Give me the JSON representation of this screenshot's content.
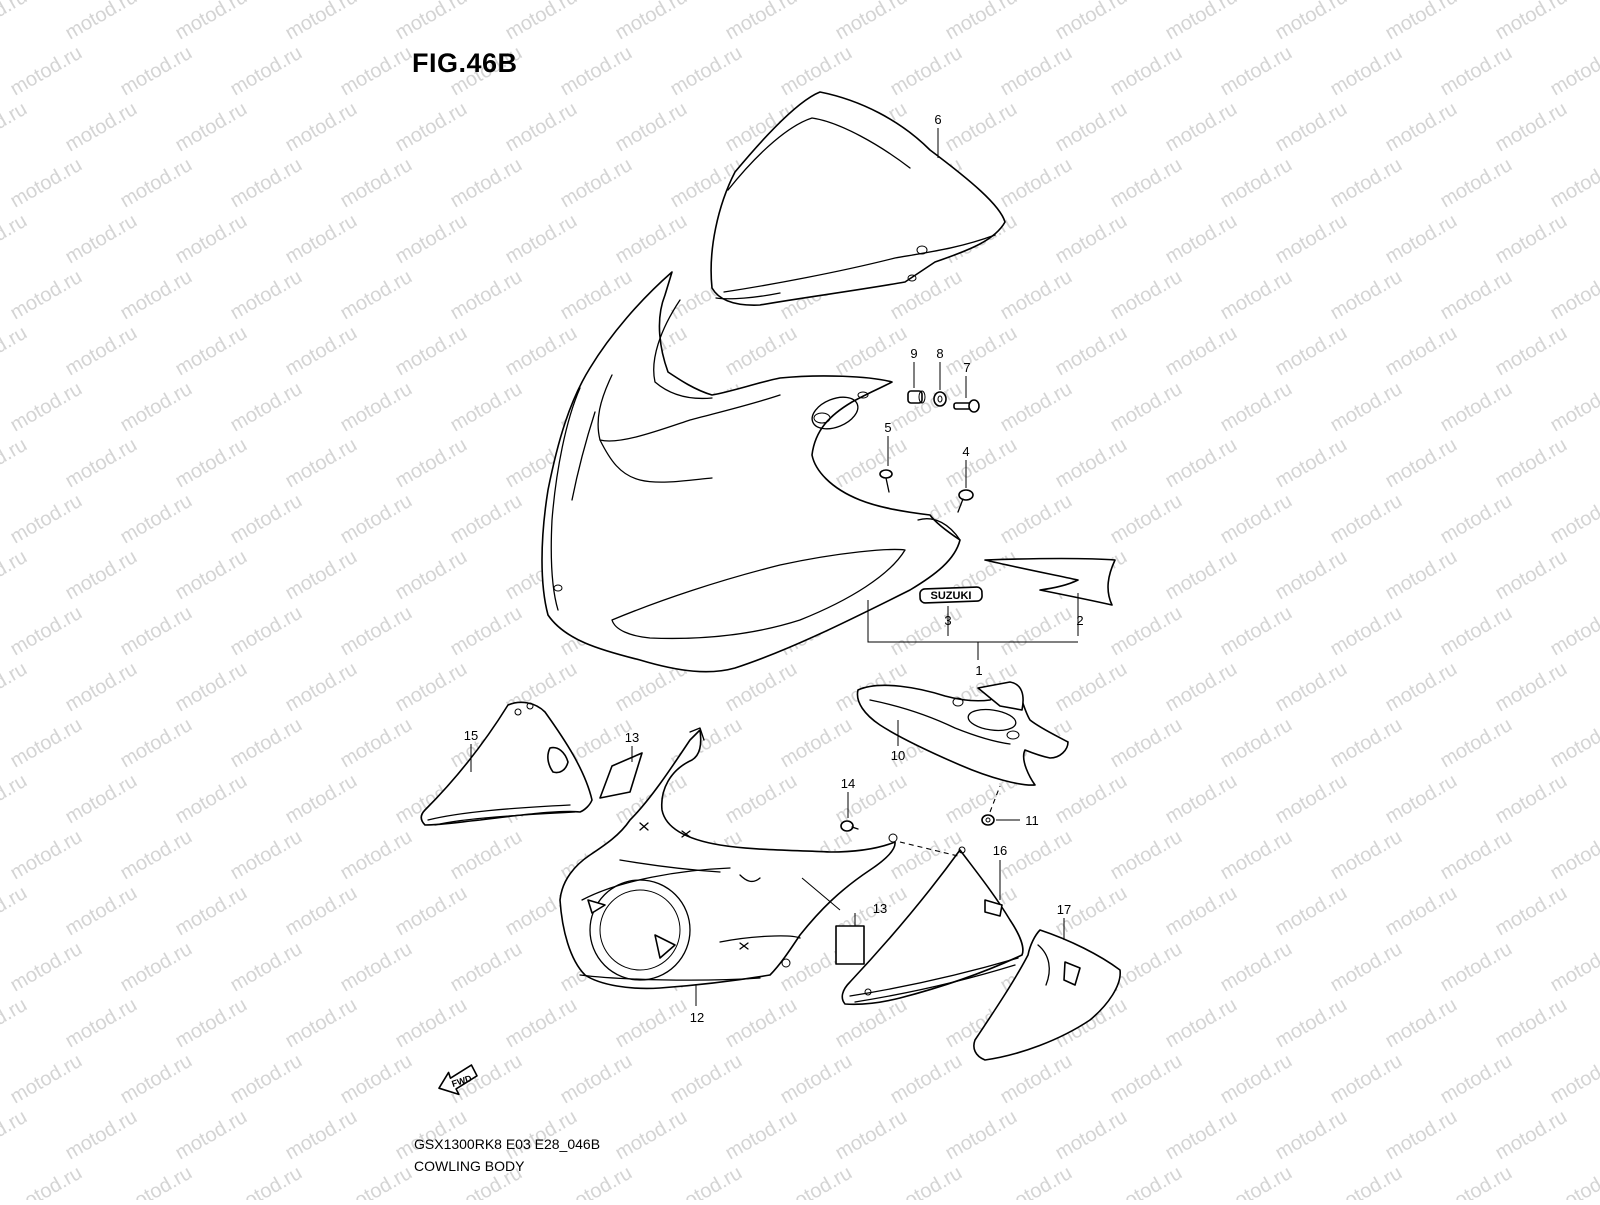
{
  "figure": {
    "title": "FIG.46B",
    "model_code": "GSX1300RK8 E03 E28_046B",
    "caption": "COWLING BODY"
  },
  "watermark": {
    "text": "motod.ru"
  },
  "emblem": {
    "text": "SUZUKI"
  },
  "fwd_arrow": {
    "text": "FWD",
    "icon": "forward-arrow-icon"
  },
  "callouts": [
    {
      "id": "6",
      "label": "6"
    },
    {
      "id": "9",
      "label": "9"
    },
    {
      "id": "8",
      "label": "8"
    },
    {
      "id": "7",
      "label": "7"
    },
    {
      "id": "5",
      "label": "5"
    },
    {
      "id": "4",
      "label": "4"
    },
    {
      "id": "3",
      "label": "3"
    },
    {
      "id": "2",
      "label": "2"
    },
    {
      "id": "1",
      "label": "1"
    },
    {
      "id": "10",
      "label": "10"
    },
    {
      "id": "11",
      "label": "11"
    },
    {
      "id": "14",
      "label": "14"
    },
    {
      "id": "15",
      "label": "15"
    },
    {
      "id": "13a",
      "label": "13"
    },
    {
      "id": "13b",
      "label": "13"
    },
    {
      "id": "12",
      "label": "12"
    },
    {
      "id": "16",
      "label": "16"
    },
    {
      "id": "17",
      "label": "17"
    }
  ]
}
